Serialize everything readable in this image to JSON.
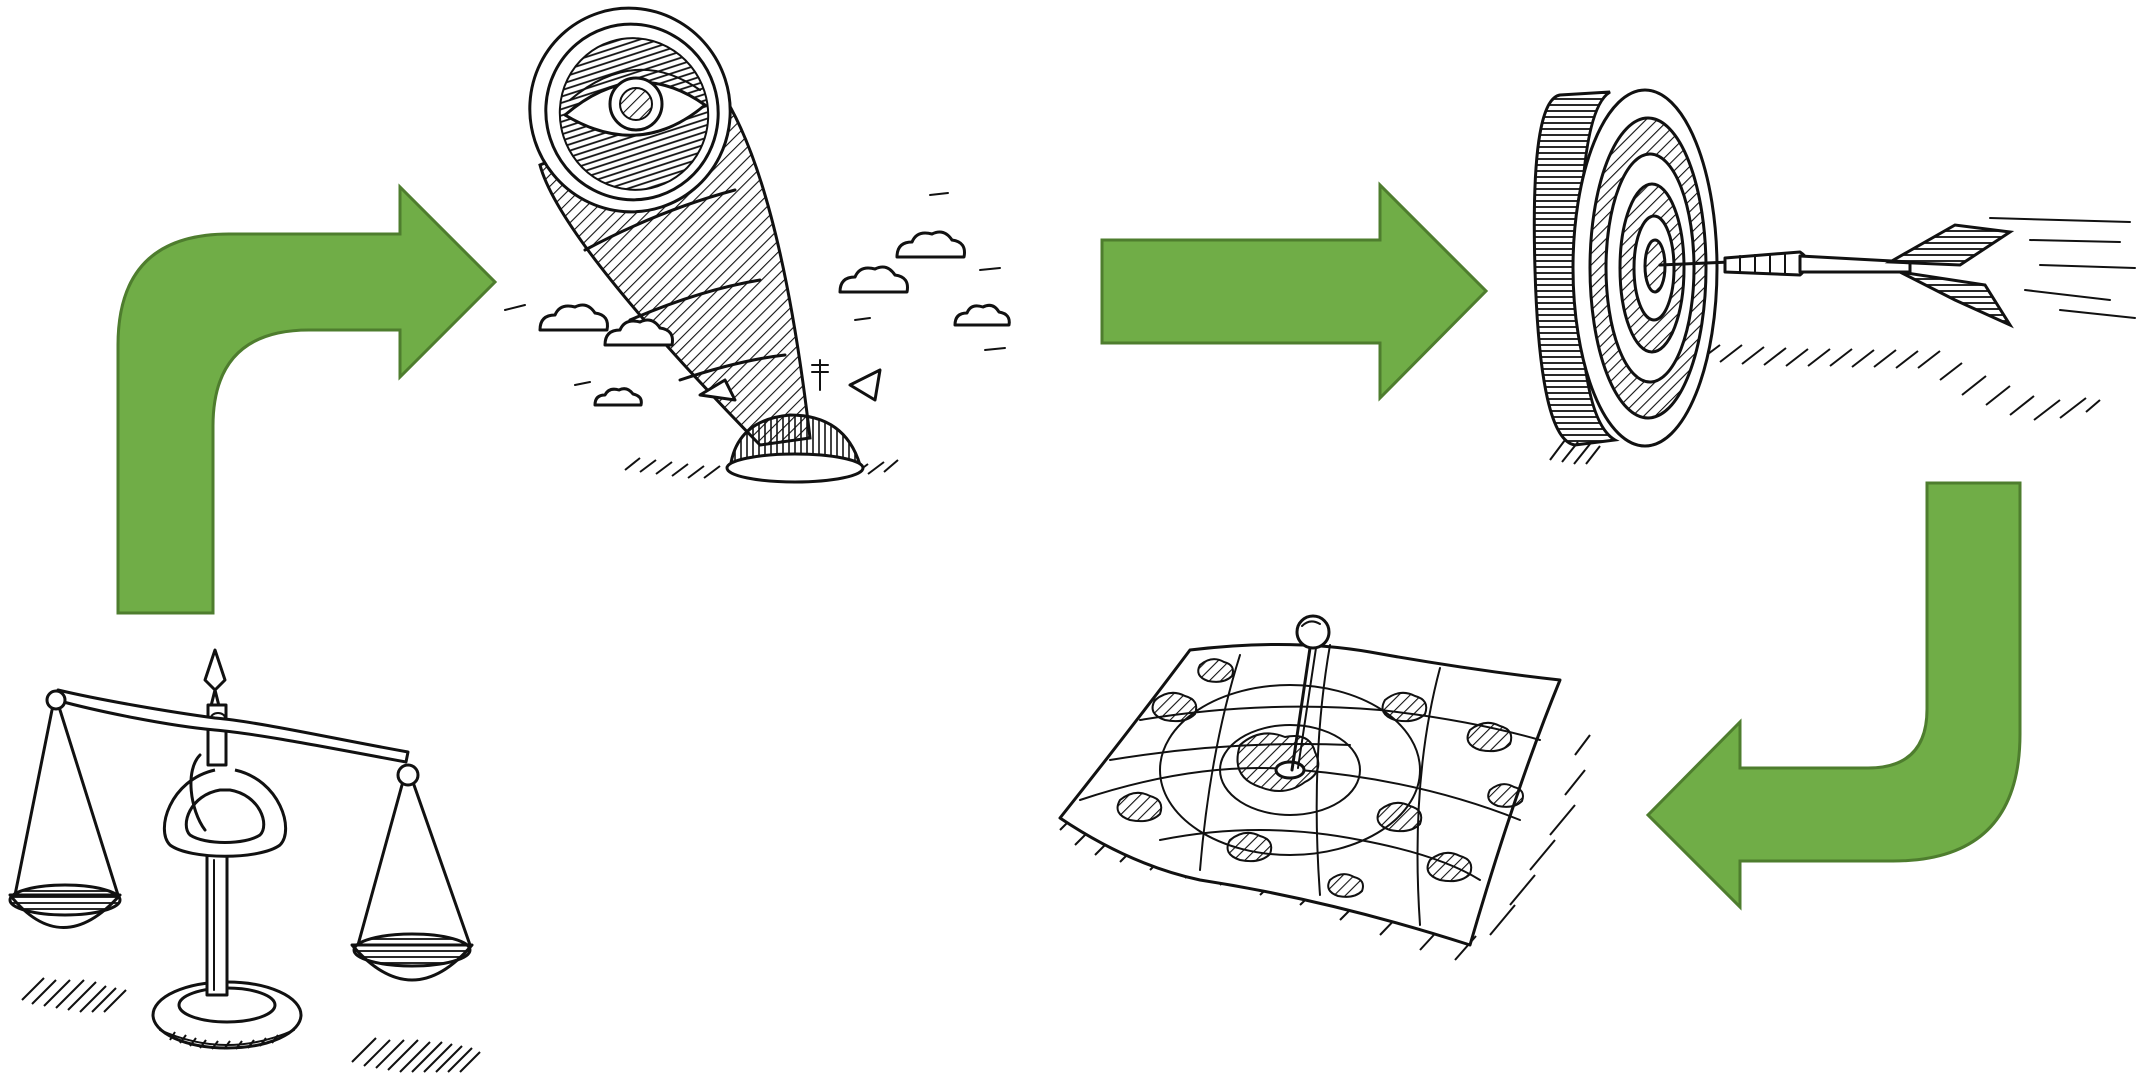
{
  "diagram": {
    "nodes": [
      {
        "id": "balance-scale",
        "icon": "balance-scale-icon"
      },
      {
        "id": "telescope-eye",
        "icon": "telescope-eye-icon"
      },
      {
        "id": "target-dart",
        "icon": "dartboard-icon"
      },
      {
        "id": "map-pin",
        "icon": "map-pin-icon"
      }
    ],
    "edges": [
      {
        "from": "balance-scale",
        "to": "telescope-eye"
      },
      {
        "from": "telescope-eye",
        "to": "target-dart"
      },
      {
        "from": "target-dart",
        "to": "map-pin"
      }
    ],
    "colors": {
      "arrow_fill": "#70ad47",
      "arrow_stroke": "#4e7d2e",
      "ink": "#111111",
      "background": "#ffffff"
    }
  }
}
